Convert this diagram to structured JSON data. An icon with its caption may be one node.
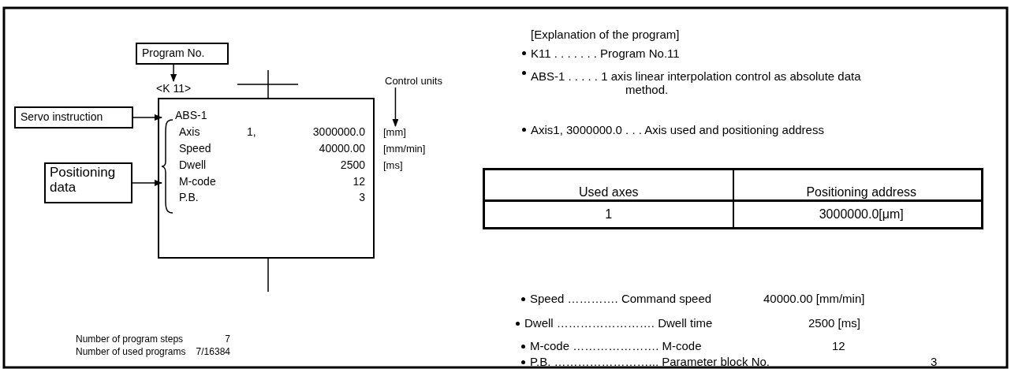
{
  "diagram": {
    "nodes": [
      {
        "text": [
          "Program No."
        ]
      },
      {
        "text": [
          "<K 11>"
        ]
      },
      {
        "text": [
          "Servo instruction"
        ]
      },
      {
        "text": [
          "Positioning data"
        ]
      },
      {
        "text": [
          "ABS-1",
          "Axis",
          "1,",
          "3000000.0",
          "Speed",
          "40000.00",
          "Dwell",
          "2500",
          "M-code",
          "12",
          "P.B.",
          "3"
        ]
      },
      {
        "text": [
          "Control units"
        ]
      },
      {
        "text": [
          "[mm]"
        ]
      }
    ],
    "edges": [
      {
        "from": 0,
        "to": 1,
        "arrow": "to"
      },
      {
        "from": 2,
        "to": 4,
        "arrow": "to"
      },
      {
        "from": 3,
        "to": 4,
        "arrow": "to"
      },
      {
        "from": 5,
        "to": 6,
        "arrow": "to"
      }
    ],
    "labels": [
      "[mm/min]",
      "[ms]",
      "[Explanation of the program]",
      "K11 . . . . . . . Program No.11",
      "ABS-1 . . . . . 1 axis linear interpolation control as absolute data method.",
      "Axis1, 3000000.0 . . . Axis used and positioning address",
      "Used axes",
      "Positioning address",
      "1",
      "3000000.0[μm]",
      "Speed …………. Command speed",
      "40000.00 [mm/min]",
      "Dwell ……………………. Dwell time",
      "2500 [ms]",
      "M-code …………………. M-code",
      "12",
      "P.B. ……………………... Parameter block No.",
      "3",
      "Number of program steps",
      "7",
      "Number of used programs",
      "7/16384"
    ]
  }
}
